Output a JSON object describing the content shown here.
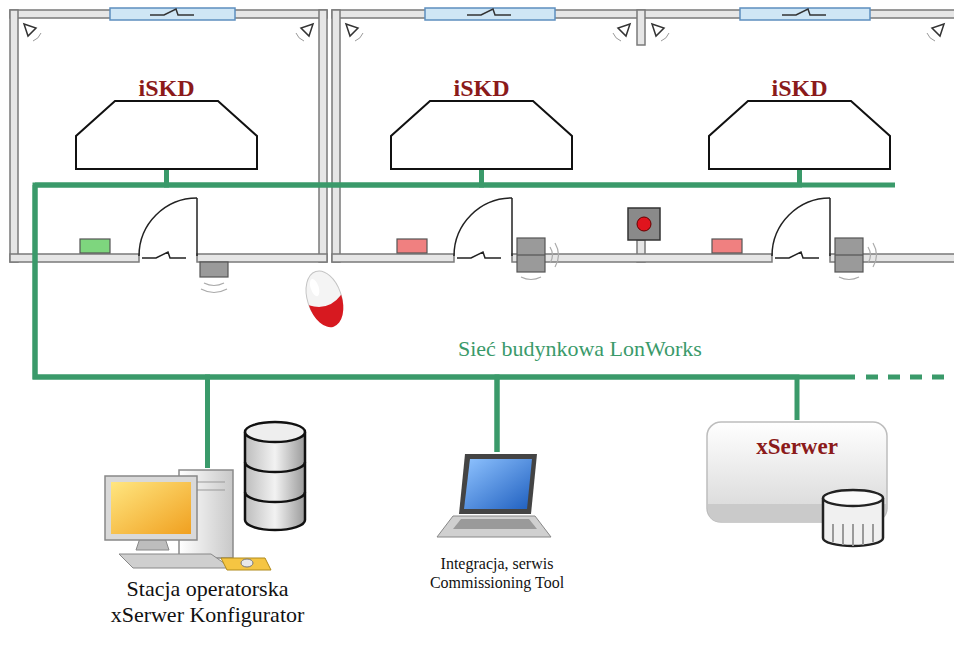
{
  "diagram": {
    "nodes": [
      {
        "text": [
          "iSKD"
        ]
      },
      {
        "text": [
          "iSKD"
        ]
      },
      {
        "text": [
          "iSKD"
        ]
      },
      {
        "text": [
          "Stacja operatorska xSerwer Konfigurator"
        ]
      },
      {
        "text": [
          "Integracja, serwis Commissioning Tool"
        ]
      },
      {
        "text": [
          "xSerwer"
        ]
      }
    ],
    "edges": [
      {
        "from": 0,
        "to": 1,
        "arrow": "none"
      },
      {
        "from": 1,
        "to": 2,
        "arrow": "none"
      },
      {
        "from": 0,
        "to": 3,
        "arrow": "none"
      },
      {
        "from": 3,
        "to": 4,
        "arrow": "none"
      },
      {
        "from": 4,
        "to": 5,
        "arrow": "none"
      }
    ],
    "labels": [
      "Sieć budynkowa LonWorks"
    ]
  }
}
